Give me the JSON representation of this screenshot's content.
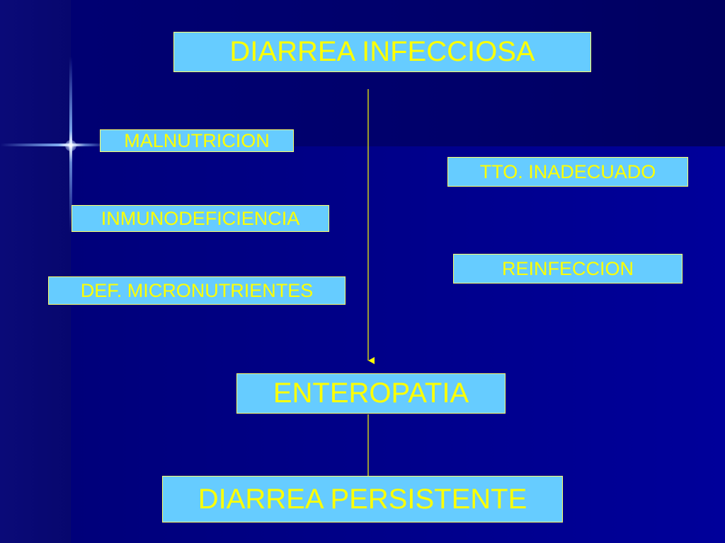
{
  "colors": {
    "background": "#000070",
    "box_fill": "#66ccff",
    "box_text": "#ffff00",
    "arrow": "#ffff00"
  },
  "nodes": {
    "title": "DIARREA INFECCIOSA",
    "malnutricion": "MALNUTRICION",
    "inmunodeficiencia": "INMUNODEFICIENCIA",
    "def_micronutrientes": "DEF. MICRONUTRIENTES",
    "tto_inadecuado": "TTO. INADECUADO",
    "reinfeccion": "REINFECCION",
    "enteropatia": "ENTEROPATIA",
    "diarrea_persistente": "DIARREA PERSISTENTE"
  },
  "edges": [
    {
      "from": "title",
      "to": "enteropatia"
    },
    {
      "from": "enteropatia",
      "to": "diarrea_persistente"
    }
  ]
}
